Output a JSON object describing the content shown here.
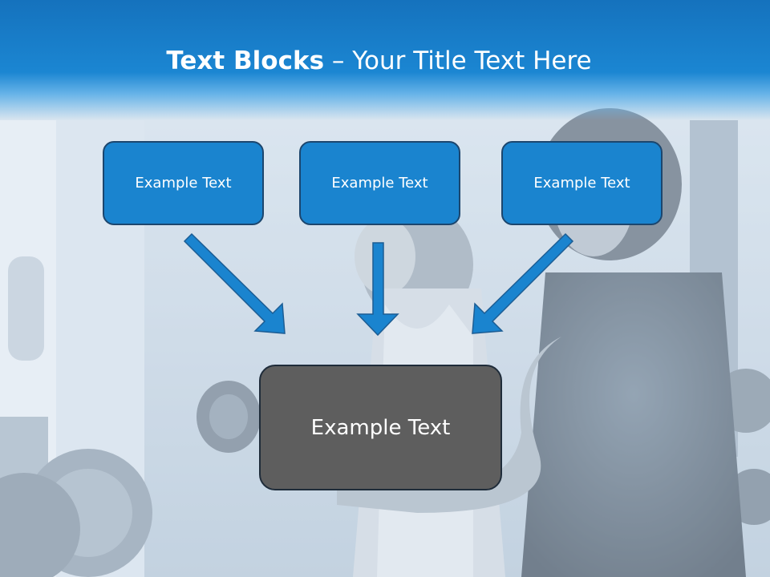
{
  "title": {
    "bold": "Text Blocks",
    "rest": " – Your Title Text Here"
  },
  "blocks": [
    {
      "label": "Example Text"
    },
    {
      "label": "Example Text"
    },
    {
      "label": "Example Text"
    }
  ],
  "center_block": {
    "label": "Example Text"
  },
  "colors": {
    "header": "#1b86d2",
    "block_fill": "#1a84cf",
    "block_border": "#1c466e",
    "center_fill": "#5e5e5e",
    "arrow": "#1a84cf"
  },
  "background": "gym photo with trainer and woman lifting dumbbell"
}
